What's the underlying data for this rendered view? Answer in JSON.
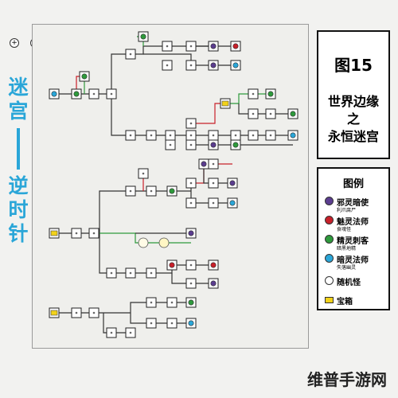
{
  "side_title": [
    "迷",
    "宫",
    "逆",
    "时",
    "针"
  ],
  "title_box": {
    "figure": "图15",
    "line1": "世界边缘",
    "line2": "之",
    "line3": "永恒迷宫"
  },
  "legend": {
    "title": "图例",
    "items": [
      {
        "name": "邪灵暗使",
        "sub": "利爪腐尸",
        "color": "#5b3d8f",
        "shape": "circle"
      },
      {
        "name": "魅灵法师",
        "sub": "食魂怪",
        "color": "#c8202a",
        "shape": "circle"
      },
      {
        "name": "精灵刺客",
        "sub": "暗黑地精",
        "color": "#2e9a3c",
        "shape": "circle"
      },
      {
        "name": "暗灵法师",
        "sub": "失落幽灵",
        "color": "#2aa6d8",
        "shape": "circle"
      },
      {
        "name": "随机怪",
        "sub": "",
        "color": "#ffffff",
        "shape": "circle"
      },
      {
        "name": "宝箱",
        "sub": "",
        "color": "#f2d21a",
        "shape": "rect"
      }
    ]
  },
  "controls": {
    "zoom_in": "+",
    "zoom_out": "−"
  },
  "watermark": "维普手游网"
}
